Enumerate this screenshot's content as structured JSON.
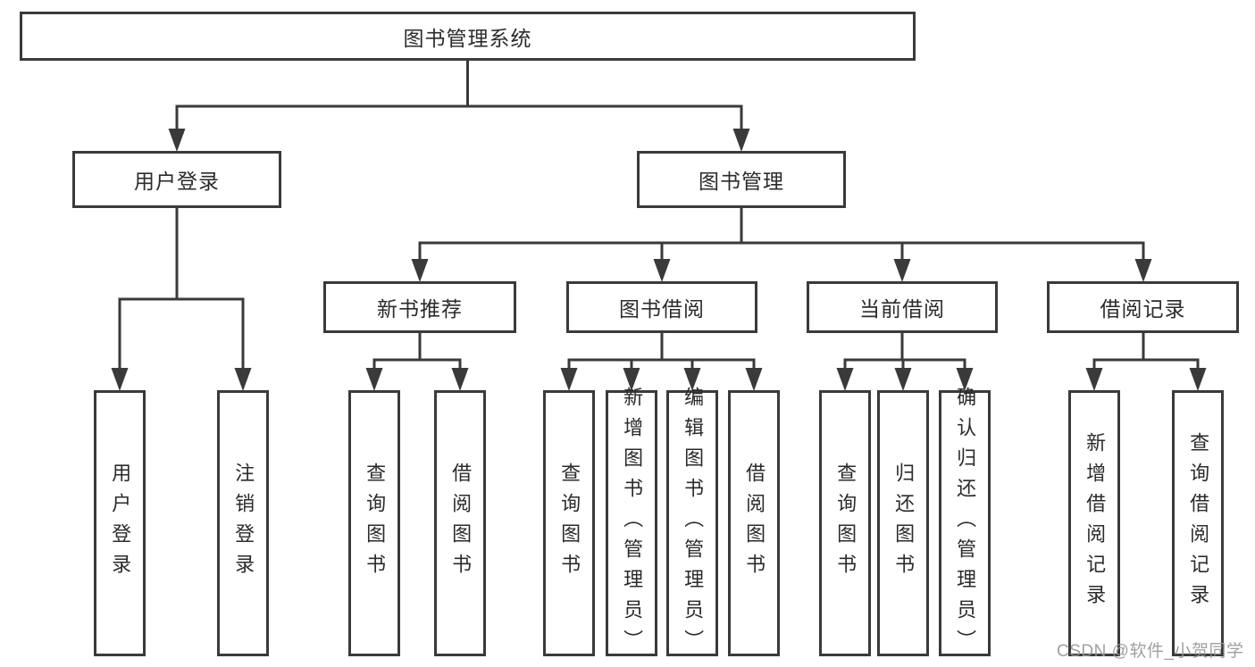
{
  "colors": {
    "line": "#3a3a3a",
    "text": "#2b2b2b",
    "background": "#ffffff",
    "watermark": "#969696"
  },
  "watermark": {
    "text": "CSDN @软件_小贺同学"
  },
  "tree": {
    "label": "图书管理系统",
    "children": [
      {
        "label": "用户登录",
        "children": [
          {
            "label": "用户登录"
          },
          {
            "label": "注销登录"
          }
        ]
      },
      {
        "label": "图书管理",
        "children": [
          {
            "label": "新书推荐",
            "children": [
              {
                "label": "查询图书"
              },
              {
                "label": "借阅图书"
              }
            ]
          },
          {
            "label": "图书借阅",
            "children": [
              {
                "label": "查询图书"
              },
              {
                "label": "新增图书（管理员）"
              },
              {
                "label": "编辑图书（管理员）"
              },
              {
                "label": "借阅图书"
              }
            ]
          },
          {
            "label": "当前借阅",
            "children": [
              {
                "label": "查询图书"
              },
              {
                "label": "归还图书"
              },
              {
                "label": "确认归还（管理员）"
              }
            ]
          },
          {
            "label": "借阅记录",
            "children": [
              {
                "label": "新增借阅记录"
              },
              {
                "label": "查询借阅记录"
              }
            ]
          }
        ]
      }
    ]
  }
}
